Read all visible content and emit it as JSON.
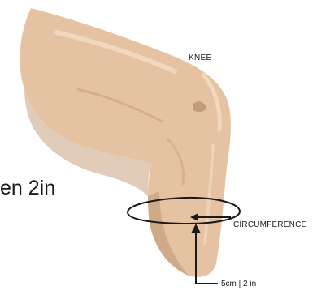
{
  "labels": {
    "knee": "KNEE",
    "circumference": "CIRCUMFERENCE",
    "measurement": "5cm | 2 in",
    "partial_text": "en 2in"
  },
  "colors": {
    "skin": "#e5c3a2",
    "skin_shadow": "#c9a17f",
    "skin_dark": "#b38a68",
    "skin_highlight": "#f2dcc4",
    "line": "#1a1a1a"
  }
}
